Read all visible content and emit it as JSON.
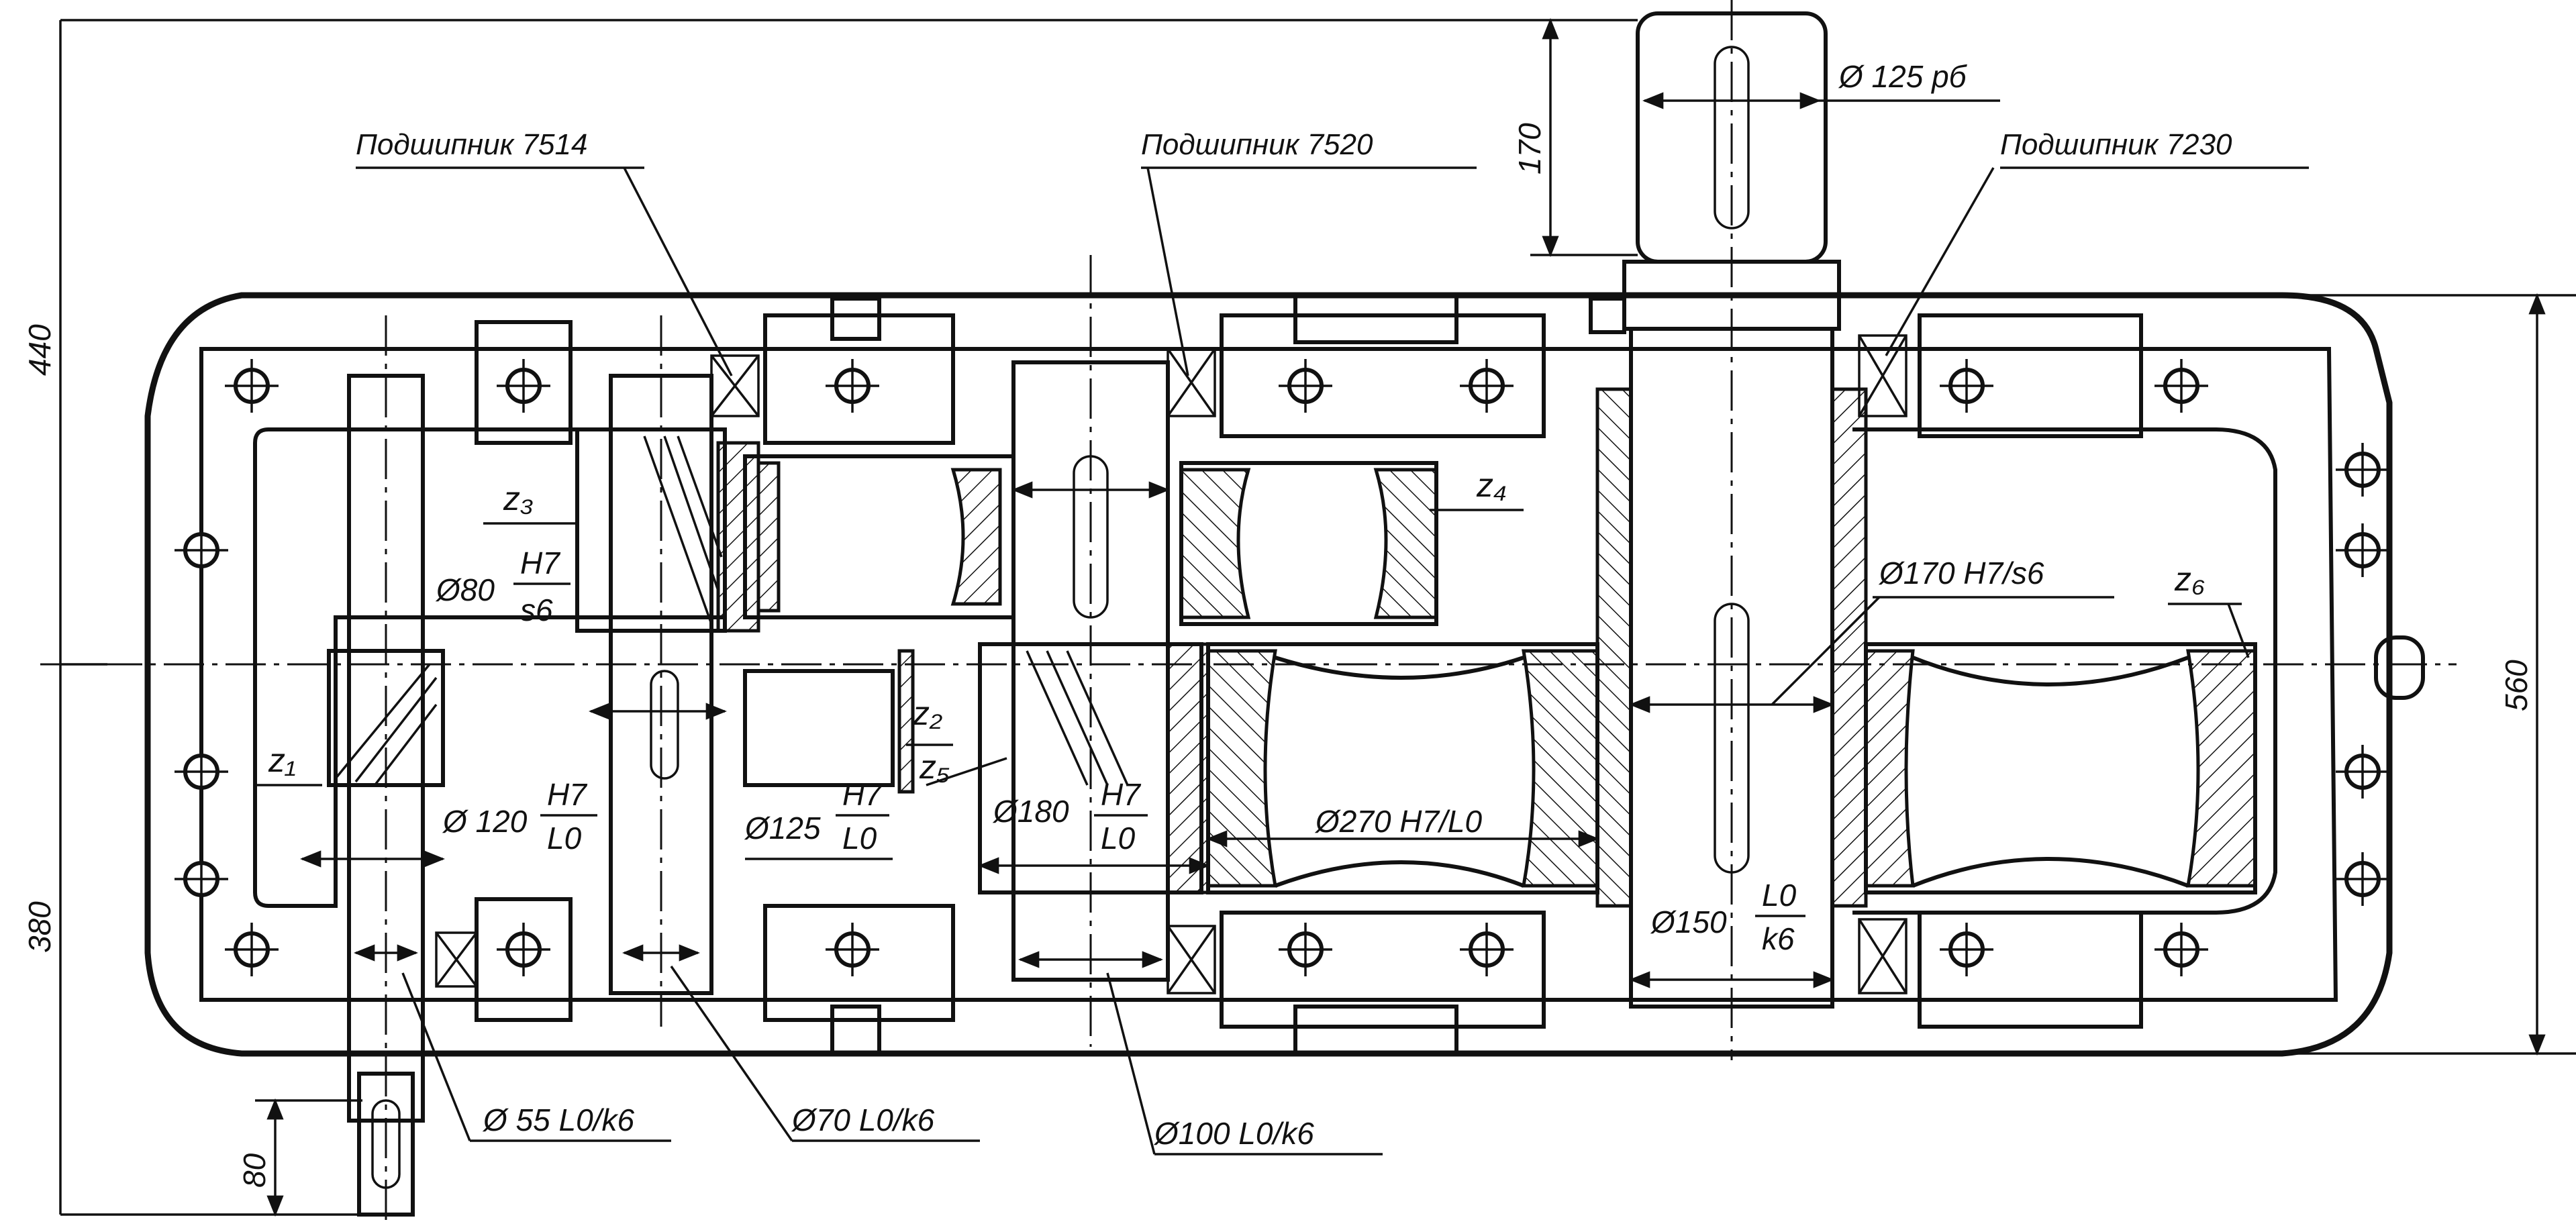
{
  "dimensions": {
    "d440": "440",
    "d380": "380",
    "d560": "560",
    "d170": "170",
    "d80": "80",
    "d125": "Ø 125 рб"
  },
  "bearings": {
    "b7514": "Подшипник 7514",
    "b7520": "Подшипник 7520",
    "b7230": "Подшипник 7230"
  },
  "gears": {
    "z1": "z₁",
    "z2": "z₂",
    "z3": "z₃",
    "z4": "z₄",
    "z5": "z₅",
    "z6": "z₆"
  },
  "fits": {
    "f80_d": "Ø80",
    "f80_n": "H7",
    "f80_s": "s6",
    "f120_d": "Ø 120",
    "f120_n": "H7",
    "f120_s": "L0",
    "f125_d": "Ø125",
    "f125_n": "H7",
    "f125_s": "L0",
    "f180_d": "Ø180",
    "f180_n": "H7",
    "f180_s": "L0",
    "f270": "Ø270 H7/L0",
    "f170": "Ø170 H7/s6",
    "f150_d": "Ø150",
    "f150_n": "L0",
    "f150_s": "k6",
    "f55": "Ø 55 L0/k6",
    "f70": "Ø70 L0/k6",
    "f100": "Ø100 L0/k6"
  }
}
